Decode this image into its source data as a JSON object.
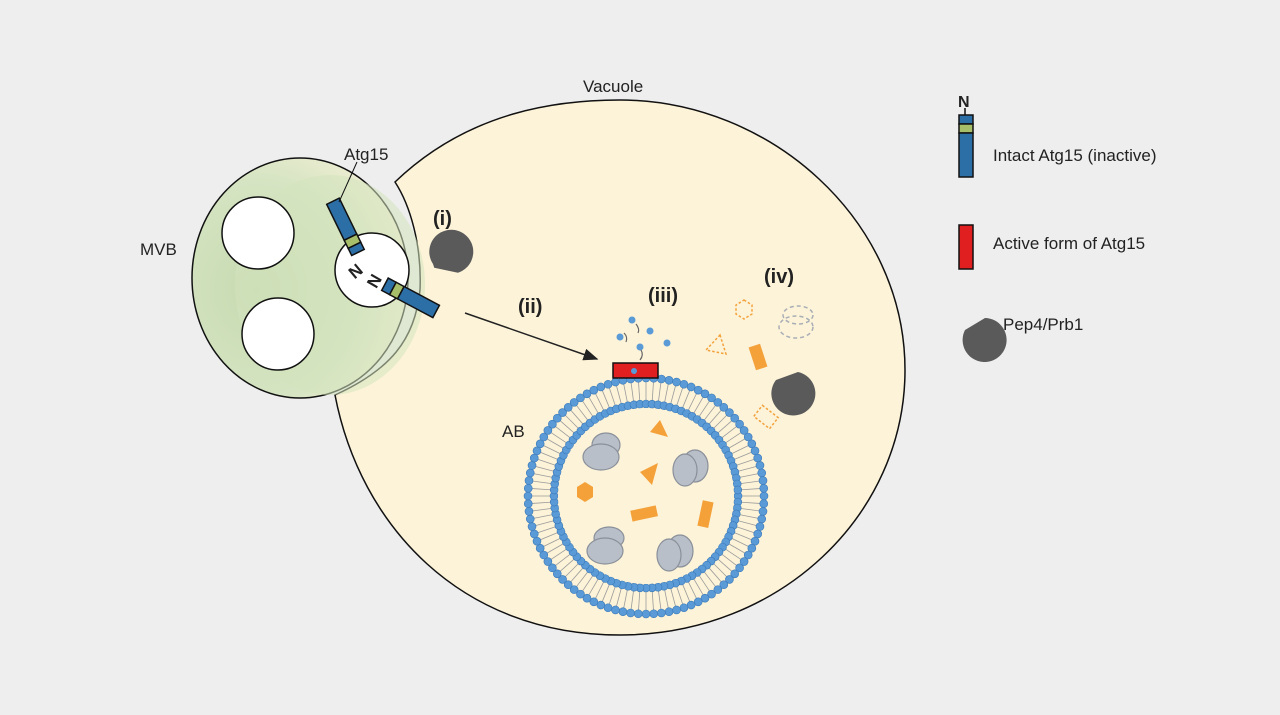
{
  "labels": {
    "vacuole": "Vacuole",
    "mvb": "MVB",
    "atg15": "Atg15",
    "ab": "AB",
    "n_terminus": "N",
    "step_i": "(i)",
    "step_ii": "(ii)",
    "step_iii": "(iii)",
    "step_iv": "(iv)"
  },
  "legend": {
    "items": [
      {
        "label": "Intact Atg15 (inactive)",
        "icon": "intact-atg15-icon"
      },
      {
        "label": "Active form of Atg15",
        "icon": "active-atg15-icon"
      },
      {
        "label": "Pep4/Prb1",
        "icon": "pep4-prb1-icon"
      }
    ]
  },
  "colors": {
    "background": "#eeeeee",
    "vacuole_fill": "#fcf3d8",
    "mvb_fill": "#d3e3be",
    "atg15_blue": "#2c6ea6",
    "atg15_tm_segment": "#a7bf6b",
    "active_atg15_red": "#e02020",
    "protease_gray": "#5a5a5a",
    "membrane_blue": "#5a9ad6",
    "cargo_orange": "#f4a13a",
    "ribosome_gray": "#b9bfc9"
  }
}
